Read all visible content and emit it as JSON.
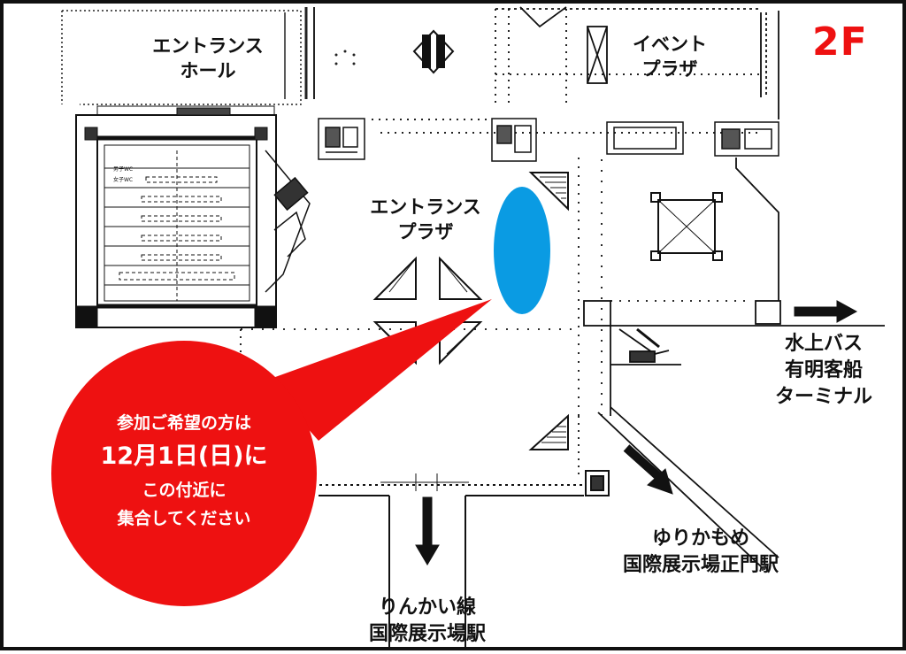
{
  "floor": "2F",
  "areas": {
    "entrance_hall": [
      "エントランス",
      "ホール"
    ],
    "event_plaza": [
      "イベント",
      "プラザ"
    ],
    "entrance_plaza": [
      "エントランス",
      "プラザ"
    ]
  },
  "destinations": {
    "water_bus": [
      "水上バス",
      "有明客船",
      "ターミナル"
    ],
    "yurikamome": [
      "ゆりかもめ",
      "国際展示場正門駅"
    ],
    "rinkai": [
      "りんかい線",
      "国際展示場駅"
    ]
  },
  "callout": {
    "line1": "参加ご希望の方は",
    "line2": "12月1日(日)に",
    "line3": "この付近に",
    "line4": "集合してください"
  },
  "hall_labels": {
    "restroom_men": "男子WC",
    "restroom_women": "女子WC"
  },
  "colors": {
    "callout_red": "#ee1111",
    "meeting_spot_blue": "#0a9be3",
    "floor_label_red": "#ee1111",
    "line_black": "#111111"
  }
}
